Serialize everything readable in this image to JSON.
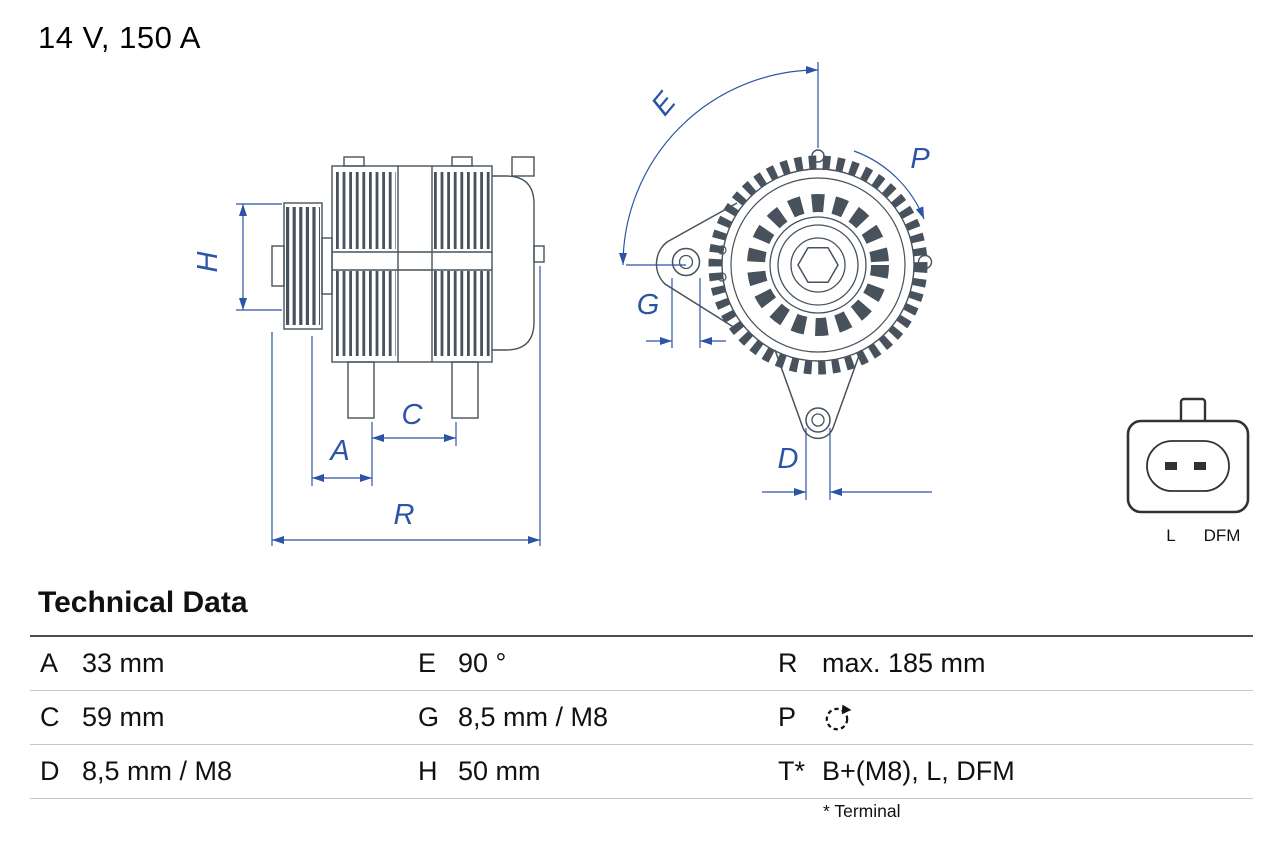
{
  "title": "14 V, 150 A",
  "diagram": {
    "dimension_labels": {
      "H": "H",
      "A": "A",
      "C": "C",
      "R": "R",
      "E": "E",
      "G": "G",
      "P": "P",
      "D": "D"
    },
    "connector": {
      "pin_labels": [
        "L",
        "DFM"
      ]
    },
    "colors": {
      "dimension_blue": "#2b54a7",
      "drawing_gray": "#47525c"
    }
  },
  "technical_data": {
    "heading": "Technical Data",
    "rows": [
      [
        {
          "key": "A",
          "value": "33 mm"
        },
        {
          "key": "E",
          "value": "90 °"
        },
        {
          "key": "R",
          "value": "max. 185 mm"
        }
      ],
      [
        {
          "key": "C",
          "value": "59 mm"
        },
        {
          "key": "G",
          "value": "8,5 mm / M8"
        },
        {
          "key": "P",
          "value": "",
          "icon": "rotation-direction"
        }
      ],
      [
        {
          "key": "D",
          "value": "8,5 mm / M8"
        },
        {
          "key": "H",
          "value": "50 mm"
        },
        {
          "key": "T*",
          "value": "B+(M8), L, DFM"
        }
      ]
    ],
    "footnote": "* Terminal"
  }
}
